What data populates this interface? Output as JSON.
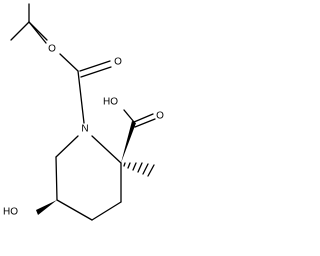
{
  "molecule": {
    "atom_labels": {
      "ring_nitrogen": "N",
      "boc_ester_oxygen": "O",
      "boc_carbonyl_oxygen": "O",
      "acid_hydroxyl": "HO",
      "acid_carbonyl_oxygen": "O",
      "ring_hydroxyl": "HO"
    },
    "colors": {
      "bond": "#000000",
      "label": "#000000",
      "background": "#ffffff"
    }
  }
}
